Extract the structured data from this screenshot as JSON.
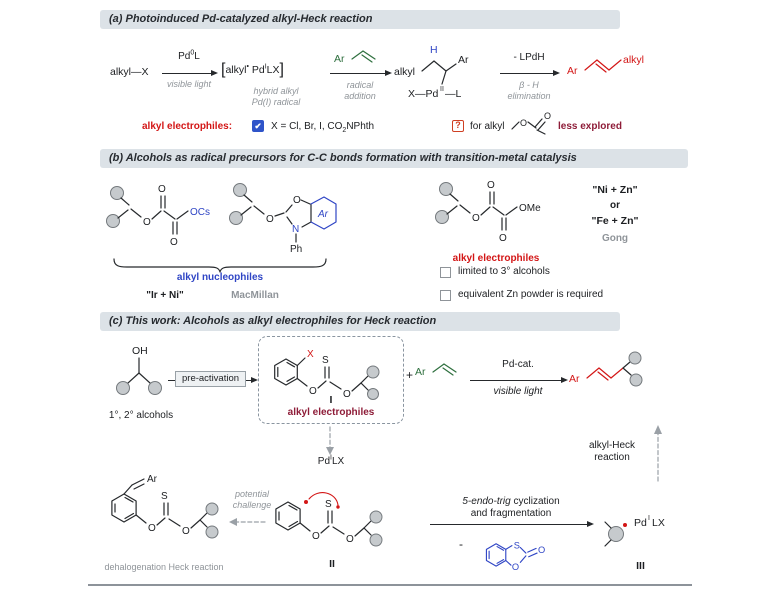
{
  "colors": {
    "header_bg": "#dce2e7",
    "red": "#d31616",
    "maroon": "#8e1c38",
    "blue": "#2f45c5",
    "green": "#2e6f3e",
    "gray": "#8f9499",
    "check_blue": "#2f54c9",
    "question_red": "#cf3f22"
  },
  "panel_a": {
    "title": "(a) Photoinduced Pd-catalyzed alkyl-Heck reaction",
    "reactant": "alkyl—X",
    "arrow1": {
      "top_base": "Pd",
      "top_sup": "0",
      "top_rest": "L",
      "bottom": "visible light"
    },
    "intermediate": {
      "open": "[",
      "alkyl": "alkyl",
      "radical_dot": "•",
      "pd": "Pd",
      "pd_sup": "I",
      "ligand": "LX",
      "close": "]",
      "note1": "hybrid alkyl",
      "note2": "Pd(I) radical"
    },
    "arrow2": {
      "ar": "Ar",
      "bottom1": "radical",
      "bottom2": "addition"
    },
    "adduct": {
      "alkyl": "alkyl",
      "h": "H",
      "ar": "Ar",
      "x_pd": "X—Pd",
      "pd_sup": "II",
      "l": "—L"
    },
    "arrow3": {
      "top": "- LPdH",
      "bottom1": "β - H",
      "bottom2": "elimination"
    },
    "product": {
      "ar": "Ar",
      "alkyl": "alkyl"
    },
    "electrophiles_label": "alkyl electrophiles:",
    "check_glyph": "✔",
    "scope1": "X = Cl, Br, I, CO",
    "scope_sub": "2",
    "scope2": "NPhth",
    "question_glyph": "?",
    "question_text": "for alkyl",
    "ester_o": "O",
    "ester_o2": "O",
    "less_explored": "less explored"
  },
  "panel_b": {
    "title": "(b) Alcohols as radical precursors for C-C bonds formation with transition-metal catalysis",
    "oxalate_cs": {
      "o_ester": "O",
      "o_up": "O",
      "o_down": "O",
      "end_group": "OCs"
    },
    "benzoxazoline": {
      "o_ether": "O",
      "o_ring": "O",
      "n_ring": "N",
      "ph": "Ph",
      "ar": "Ar"
    },
    "nucleophiles_label": "alkyl nucleophiles",
    "ir_ni": "\"Ir + Ni\"",
    "macmillan": "MacMillan",
    "oxalate_me": {
      "o_ester": "O",
      "o_up": "O",
      "o_down": "O",
      "end_group": "OMe"
    },
    "electrophiles_label": "alkyl electrophiles",
    "ni_zn": "\"Ni + Zn\"",
    "or_text": "or",
    "fe_zn": "\"Fe + Zn\"",
    "gong": "Gong",
    "limitation1": "limited to 3° alcohols",
    "limitation2": "equivalent Zn powder is required"
  },
  "panel_c": {
    "title": "(c) This work: Alcohols as alkyl electrophiles for Heck reaction",
    "alcohol": {
      "oh": "OH",
      "label": "1°, 2° alcohols"
    },
    "preactivation": "pre-activation",
    "compound1": {
      "x": "X",
      "s": "S",
      "o1": "O",
      "o2": "O",
      "numeral": "I",
      "label": "alkyl electrophiles"
    },
    "plus": "+",
    "vinyl_ar": "Ar",
    "arrow": {
      "top": "Pd-cat.",
      "bottom": "visible light"
    },
    "product_ar": "Ar",
    "pd1lx": {
      "base": "Pd",
      "sup": "I",
      "rest": "LX"
    },
    "compound2": {
      "s": "S",
      "o1": "O",
      "o2": "O",
      "numeral": "II"
    },
    "potential1": "potential",
    "potential2": "challenge",
    "dehalo": {
      "ar": "Ar",
      "s": "S",
      "o1": "O",
      "o2": "O",
      "label": "dehalogenation Heck reaction"
    },
    "cyclization_italic": "5-endo-trig",
    "cyclization_rest": " cyclization",
    "cyclization_line2": "and fragmentation",
    "minus": "-",
    "byproduct": {
      "s": "S",
      "o_ring": "O",
      "o_exo": "O"
    },
    "compound3": {
      "numeral": "III",
      "pd": "Pd",
      "pd_sup": "I",
      "ligand": "LX"
    },
    "heck1": "alkyl-Heck",
    "heck2": "reaction"
  }
}
